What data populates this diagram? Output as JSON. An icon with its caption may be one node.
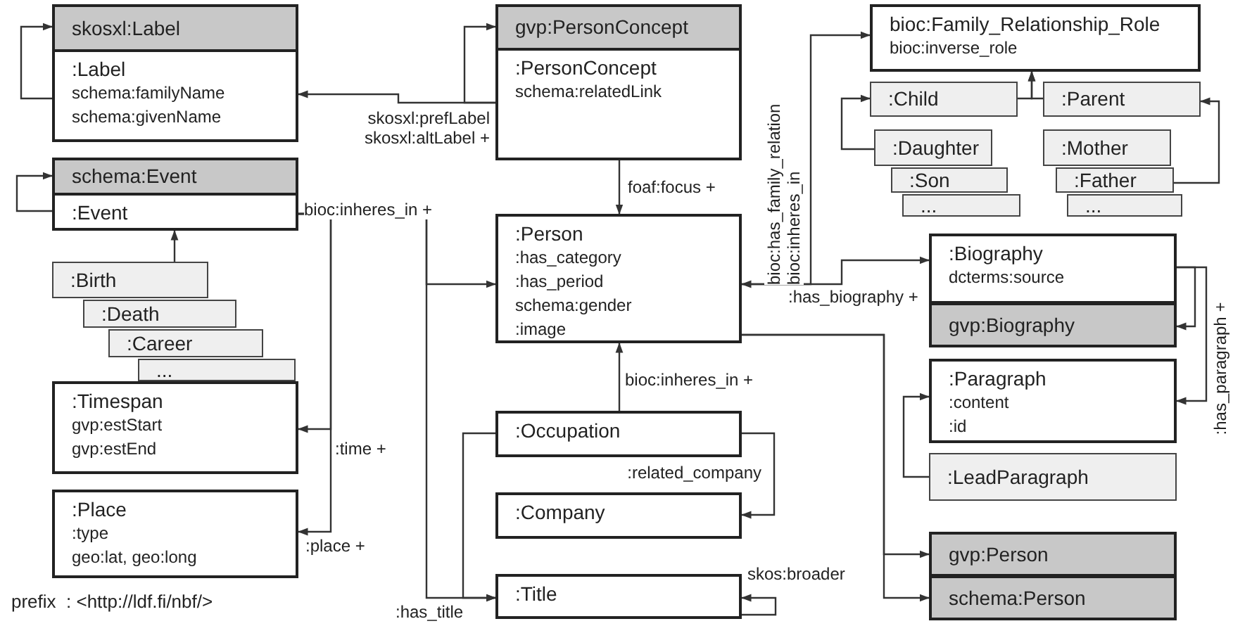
{
  "diagram": {
    "nodes": [
      {
        "text": [
          "skosxl:Label"
        ]
      },
      {
        "text": [
          ":Label",
          "schema:familyName",
          "schema:givenName"
        ]
      },
      {
        "text": [
          "gvp:PersonConcept"
        ]
      },
      {
        "text": [
          ":PersonConcept",
          "schema:relatedLink"
        ]
      },
      {
        "text": [
          "bioc:Family_Relationship_Role",
          "bioc:inverse_role"
        ]
      },
      {
        "text": [
          ":Child"
        ]
      },
      {
        "text": [
          ":Parent"
        ]
      },
      {
        "text": [
          ":Daughter"
        ]
      },
      {
        "text": [
          ":Son"
        ]
      },
      {
        "text": [
          "..."
        ]
      },
      {
        "text": [
          ":Mother"
        ]
      },
      {
        "text": [
          ":Father"
        ]
      },
      {
        "text": [
          "..."
        ]
      },
      {
        "text": [
          "schema:Event"
        ]
      },
      {
        "text": [
          ":Event"
        ]
      },
      {
        "text": [
          ":Birth"
        ]
      },
      {
        "text": [
          ":Death"
        ]
      },
      {
        "text": [
          ":Career"
        ]
      },
      {
        "text": [
          "..."
        ]
      },
      {
        "text": [
          ":Person",
          ":has_category",
          ":has_period",
          "schema:gender",
          ":image"
        ]
      },
      {
        "text": [
          ":Biography",
          "dcterms:source"
        ]
      },
      {
        "text": [
          "gvp:Biography"
        ]
      },
      {
        "text": [
          ":Timespan",
          "gvp:estStart",
          "gvp:estEnd"
        ]
      },
      {
        "text": [
          ":Paragraph",
          ":content",
          ":id"
        ]
      },
      {
        "text": [
          ":LeadParagraph"
        ]
      },
      {
        "text": [
          ":Occupation"
        ]
      },
      {
        "text": [
          ":Company"
        ]
      },
      {
        "text": [
          ":Place",
          ":type",
          "geo:lat, geo:long"
        ]
      },
      {
        "text": [
          "gvp:Person"
        ]
      },
      {
        "text": [
          "schema:Person"
        ]
      },
      {
        "text": [
          ":Title"
        ]
      }
    ],
    "edges": [
      {
        "from": 1,
        "to": 0,
        "arrow": "to"
      },
      {
        "from": 3,
        "to": 1,
        "arrow": "to",
        "label": "skosxl:prefLabel skosxl:altLabel +"
      },
      {
        "from": 3,
        "to": 2,
        "arrow": "to"
      },
      {
        "from": 3,
        "to": 19,
        "arrow": "to",
        "label": "foaf:focus +"
      },
      {
        "from": 14,
        "to": 13,
        "arrow": "to"
      },
      {
        "from": 15,
        "to": 14,
        "arrow": "to"
      },
      {
        "from": 14,
        "to": 19,
        "arrow": "to",
        "label": "bioc:inheres_in +"
      },
      {
        "from": 14,
        "to": 22,
        "arrow": "to",
        "label": ":time +"
      },
      {
        "from": 14,
        "to": 27,
        "arrow": "to",
        "label": ":place +"
      },
      {
        "from": 14,
        "to": 30,
        "arrow": "to",
        "label": ":has_title"
      },
      {
        "from": 25,
        "to": 19,
        "arrow": "to",
        "label": "bioc:inheres_in +"
      },
      {
        "from": 25,
        "to": 26,
        "arrow": "to",
        "label": ":related_company"
      },
      {
        "from": 25,
        "to": 30,
        "arrow": "to"
      },
      {
        "from": 30,
        "to": 30,
        "arrow": "to",
        "label": "skos:broader"
      },
      {
        "from": 5,
        "to": 4,
        "arrow": "to"
      },
      {
        "from": 6,
        "to": 4,
        "arrow": "to"
      },
      {
        "from": 7,
        "to": 5,
        "arrow": "to"
      },
      {
        "from": 11,
        "to": 6,
        "arrow": "to"
      },
      {
        "from": 19,
        "to": 4,
        "arrow": "both",
        "label": "bioc:has_family_relation bioc:inheres_in"
      },
      {
        "from": 19,
        "to": 20,
        "arrow": "to",
        "label": ":has_biography +"
      },
      {
        "from": 20,
        "to": 21,
        "arrow": "to"
      },
      {
        "from": 20,
        "to": 23,
        "arrow": "to",
        "label": ":has_paragraph +"
      },
      {
        "from": 24,
        "to": 23,
        "arrow": "to"
      },
      {
        "from": 19,
        "to": 28,
        "arrow": "to"
      },
      {
        "from": 19,
        "to": 29,
        "arrow": "to"
      }
    ],
    "labels": [
      "prefix  : <http://ldf.fi/nbf/>"
    ]
  }
}
